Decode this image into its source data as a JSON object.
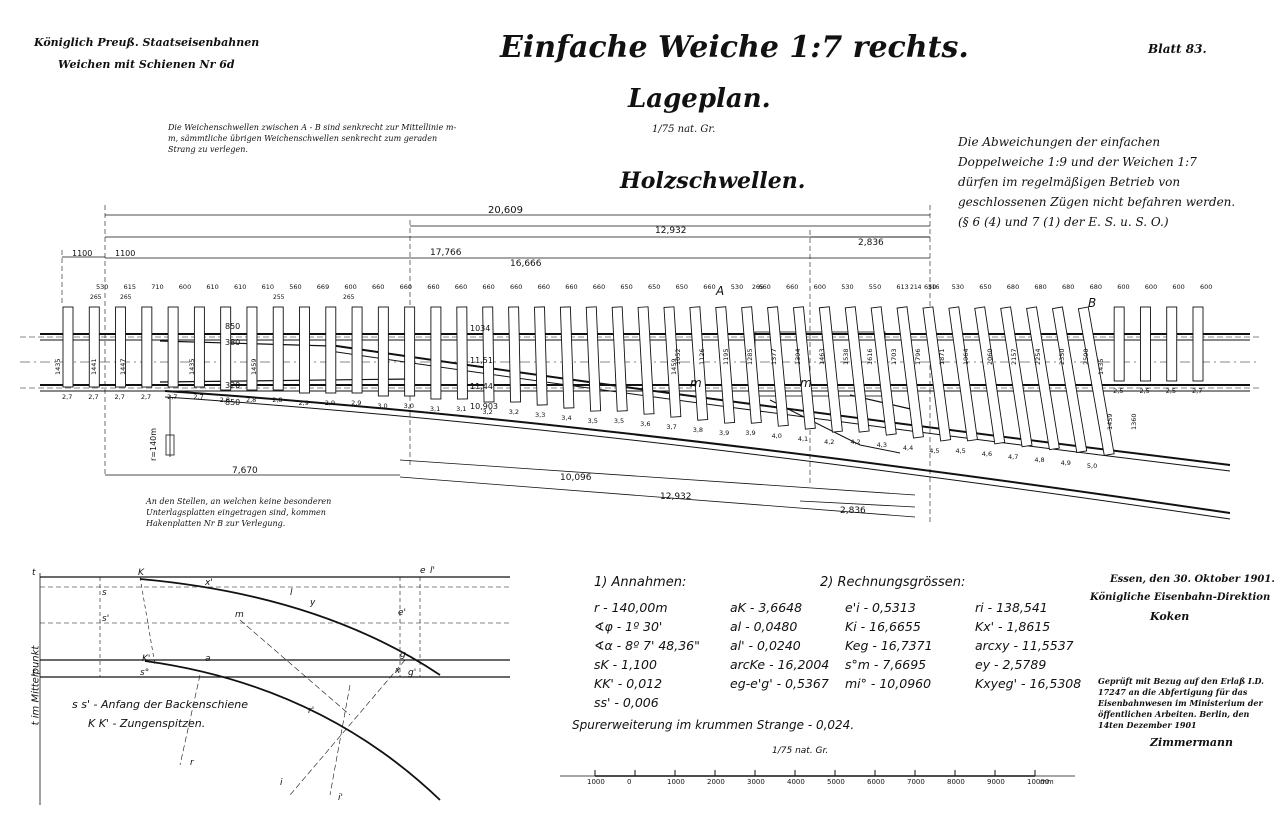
{
  "header": {
    "org_line1": "Königlich Preuß. Staatseisenbahnen",
    "org_line2": "Weichen mit Schienen Nr 6d",
    "title": "Einfache Weiche 1:7 rechts.",
    "subtitle": "Lageplan.",
    "scale": "1/75 nat. Gr.",
    "section": "Holzschwellen.",
    "sheet": "Blatt 83."
  },
  "notes": {
    "sleepers": "Die Weichenschwellen zwischen A - B sind senkrecht zur Mittellinie m-m, sämmtliche übrigen Weichenschwellen senkrecht zum geraden Strang zu verlegen.",
    "hook_plates": "An den Stellen, an welchen keine besonderen Unterlagsplatten eingetragen sind, kommen Hakenplatten Nr B zur Verlegung.",
    "handwritten": "Die Abweichungen der einfachen Doppelweiche 1:9 und der Weichen 1:7 dürfen im regelmäßigen Betrieb von geschlossenen Zügen nicht befahren werden. (§ 6 (4) und 7 (1) der E. S. u. S. O.)"
  },
  "dimensions": {
    "overall": [
      "20,609",
      "17,766",
      "16,666",
      "12,932",
      "2,836",
      "7,670",
      "10,096",
      "12,932",
      "2,836"
    ],
    "ends": [
      "1100",
      "1100"
    ],
    "sleeper_spacing_top": [
      "530",
      "615",
      "710",
      "600",
      "610",
      "610",
      "610",
      "560",
      "669",
      "600",
      "660",
      "660",
      "660",
      "660",
      "660",
      "660",
      "660",
      "660",
      "660",
      "650",
      "650",
      "650",
      "660",
      "530",
      "660",
      "660",
      "600",
      "530",
      "550",
      "613",
      "650",
      "530",
      "650",
      "680",
      "680",
      "680",
      "680",
      "600",
      "600",
      "600",
      "600"
    ],
    "sleeper_spacing_small": [
      "265",
      "265",
      "255",
      "265",
      "265",
      "214",
      "316"
    ],
    "gauge_marks": [
      "1435",
      "1441",
      "1447",
      "1435",
      "1459",
      "1459",
      "1435"
    ],
    "rail_offsets": [
      "1034",
      "11,51",
      "11,44",
      "10,903",
      "850",
      "380",
      "320",
      "850"
    ],
    "radius_label": "r=140m",
    "mid_offsets": [
      "1052",
      "1126",
      "1195",
      "1285",
      "1377",
      "1394",
      "1463",
      "1538",
      "1616",
      "1703",
      "1796",
      "1871",
      "1964",
      "2060",
      "2157",
      "2254",
      "2350",
      "2500",
      "1459",
      "1360"
    ],
    "sleeper_lengths": [
      "2,7",
      "2,7",
      "2,7",
      "2,7",
      "2,7",
      "2,7",
      "2,8",
      "2,8",
      "2,8",
      "2,9",
      "2,9",
      "2,9",
      "3,0",
      "3,0",
      "3,1",
      "3,1",
      "3,2",
      "3,2",
      "3,3",
      "3,4",
      "3,5",
      "3,5",
      "3,6",
      "3,7",
      "3,8",
      "3,9",
      "3,9",
      "4,0",
      "4,1",
      "4,2",
      "4,2",
      "4,3",
      "4,4",
      "4,5",
      "4,5",
      "4,6",
      "4,7",
      "4,8",
      "4,9",
      "5,0",
      "2,5",
      "2,5",
      "2,5",
      "2,7"
    ],
    "point_labels": [
      "A",
      "B",
      "m",
      "m"
    ]
  },
  "assumptions": {
    "heading": "1) Annahmen:",
    "rows": [
      {
        "label": "r",
        "value": "140,00m"
      },
      {
        "label": "∢φ",
        "value": "1º 30'"
      },
      {
        "label": "∢α",
        "value": "8º 7' 48,36\""
      },
      {
        "label": "sK",
        "value": "1,100"
      },
      {
        "label": "KK'",
        "value": "0,012"
      },
      {
        "label": "ss'",
        "value": "0,006"
      }
    ]
  },
  "calculations": {
    "heading": "2) Rechnungsgrössen:",
    "col1": [
      {
        "label": "aK",
        "value": "3,6648"
      },
      {
        "label": "al",
        "value": "0,0480"
      },
      {
        "label": "al'",
        "value": "0,0240"
      },
      {
        "label": "arcKe",
        "value": "16,2004"
      },
      {
        "label": "eg-e'g'",
        "value": "0,5367"
      }
    ],
    "col2": [
      {
        "label": "e'i",
        "value": "0,5313"
      },
      {
        "label": "Ki",
        "value": "16,6655"
      },
      {
        "label": "Keg",
        "value": "16,7371"
      },
      {
        "label": "s°m",
        "value": "7,6695"
      },
      {
        "label": "mi°",
        "value": "10,0960"
      }
    ],
    "col3": [
      {
        "label": "ri",
        "value": "138,541"
      },
      {
        "label": "Kx'",
        "value": "1,8615"
      },
      {
        "label": "arcxy",
        "value": "11,5537"
      },
      {
        "label": "ey",
        "value": "2,5789"
      },
      {
        "label": "Kxyeg'",
        "value": "16,5308"
      }
    ]
  },
  "gauge_note": "Spurerweiterung im krummen Strange - 0,024.",
  "scale_bar": {
    "label": "1/75 nat. Gr.",
    "ticks": [
      "1000",
      "0",
      "1000",
      "2000",
      "3000",
      "4000",
      "5000",
      "6000",
      "7000",
      "8000",
      "9000",
      "10000"
    ],
    "unit": "mm"
  },
  "detail": {
    "legend_line1": "s s' - Anfang der Backenschiene",
    "legend_line2": "K K' - Zungenspitzen.",
    "vertical_label": "t im Mittelpunkt",
    "letters": [
      "t",
      "s",
      "K",
      "s'",
      "K'",
      "m",
      "x'",
      "l",
      "e",
      "e'",
      "l'",
      "g",
      "g'",
      "y",
      "r",
      "r'",
      "i",
      "i'",
      "a",
      "x",
      "s°",
      "t"
    ]
  },
  "signature": {
    "place_date": "Essen, den 30. Oktober 1901.",
    "authority": "Königliche Eisenbahn-Direktion",
    "signer": "Koken",
    "approval": "Geprüft mit Bezug auf den Erlaß I.D. 17247 an die Abfertigung für das Eisenbahnwesen im Ministerium der öffentlichen Arbeiten. Berlin, den 14ten Dezember 1901",
    "approver": "Zimmermann"
  }
}
